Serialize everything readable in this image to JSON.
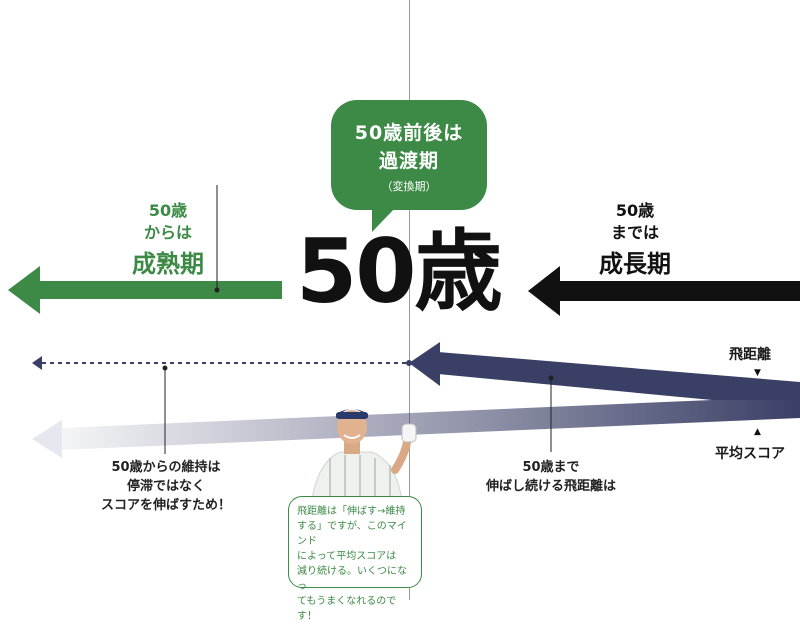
{
  "center": {
    "big_label": "50歳"
  },
  "bubble": {
    "line1": "50歳前後は",
    "line2": "過渡期",
    "line3": "（変換期）"
  },
  "left_label": {
    "line1": "50歳",
    "line2": "からは",
    "big": "成熟期"
  },
  "right_label": {
    "line1": "50歳",
    "line2": "までは",
    "big": "成長期"
  },
  "captions": {
    "left": [
      "50歳からの維持は",
      "停滞ではなく",
      "スコアを伸ばすため！"
    ],
    "right": [
      "50歳まで",
      "伸ばし続ける飛距離は"
    ]
  },
  "right_tags": {
    "distance": "飛距離",
    "avg_score": "平均スコア"
  },
  "callout": [
    "飛距離は「伸ばす→維持",
    "する」ですが、このマインド",
    "によって平均スコアは",
    "減り続ける。いくつになっ",
    "てもうまくなれるのです！"
  ],
  "markers": {
    "down": "▼",
    "up": "▲"
  },
  "colors": {
    "green": "#3c8a45",
    "black": "#111111",
    "navy": "#3a3f66"
  }
}
